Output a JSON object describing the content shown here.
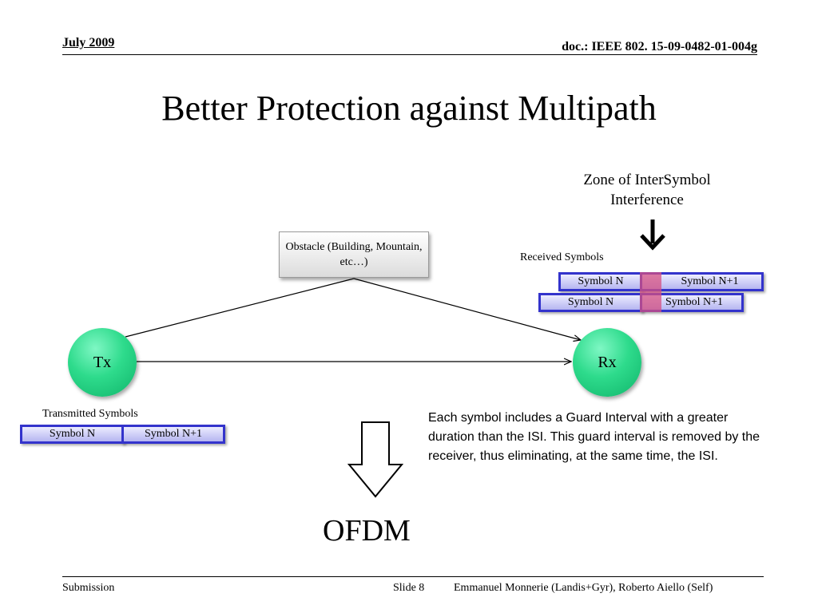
{
  "header": {
    "date": "July 2009",
    "doc_id": "doc.: IEEE 802. 15-09-0482-01-004g"
  },
  "title": "Better Protection against Multipath",
  "diagram": {
    "obstacle_label": "Obstacle (Building, Mountain, etc…)",
    "tx_label": "Tx",
    "rx_label": "Rx",
    "zone_label": "Zone of InterSymbol Interference",
    "received_caption": "Received Symbols",
    "transmitted_caption": "Transmitted Symbols",
    "received_row1": [
      "Symbol N",
      "Symbol N+1"
    ],
    "received_row2": [
      "Symbol N",
      "Symbol N+1"
    ],
    "transmitted_row": [
      "Symbol N",
      "Symbol N+1"
    ],
    "isi_color": "#d65082",
    "node_color": "#2edb8c",
    "symbol_border_color": "#3333cc"
  },
  "description": "Each symbol includes a Guard Interval with a greater duration than the ISI. This guard interval is removed by the receiver, thus eliminating, at the same time, the ISI.",
  "result_label": "OFDM",
  "footer": {
    "left": "Submission",
    "slide": "Slide 8",
    "authors": "Emmanuel Monnerie (Landis+Gyr), Roberto Aiello (Self)"
  }
}
